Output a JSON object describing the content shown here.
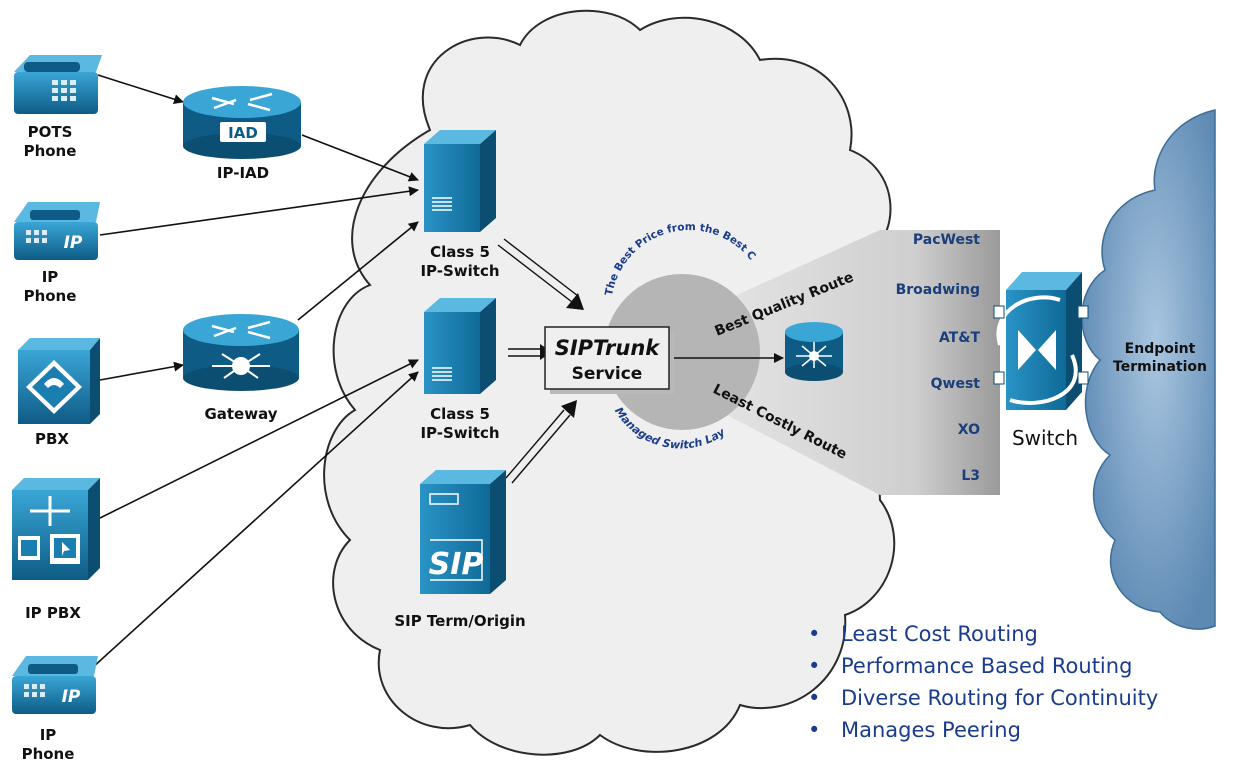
{
  "devices": {
    "pots_phone": "POTS\nPhone",
    "ip_iad": "IP-IAD",
    "iad_badge": "IAD",
    "ip_phone_top": "IP\nPhone",
    "phone_ip_badge": "IP",
    "pbx": "PBX",
    "gateway": "Gateway",
    "ip_pbx": "IP PBX",
    "ip_phone_bottom": "IP\nPhone"
  },
  "switches": {
    "class5_top": "Class 5\nIP-Switch",
    "class5_bottom": "Class 5\nIP-Switch",
    "sip_term": "SIP Term/Origin",
    "sip_badge": "SIP"
  },
  "service": {
    "brand": "SIPTrunk",
    "sub": "Service",
    "arc_top": "The Best Price from the Best Carrier",
    "arc_bottom": "Managed Switch Layer"
  },
  "routes": {
    "best_quality": "Best Quality Route",
    "least_costly": "Least Costly Route"
  },
  "carriers": [
    "PacWest",
    "Broadwing",
    "AT&T",
    "Qwest",
    "XO",
    "L3"
  ],
  "endpoint": {
    "switch_label": "Switch",
    "termination": "Endpoint\nTermination"
  },
  "bullets": [
    "Least Cost Routing",
    "Performance Based Routing",
    "Diverse Routing for Continuity",
    "Manages Peering"
  ],
  "colors": {
    "device_blue": "#1a7fb0",
    "device_dark": "#0e5c86",
    "cloud_grey": "#eeeeee",
    "cloud_blue": "#7fa6c9",
    "text_blue": "#1a3c8c"
  }
}
